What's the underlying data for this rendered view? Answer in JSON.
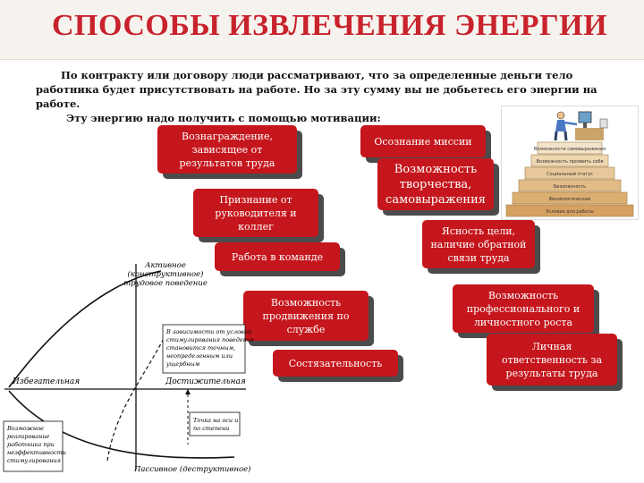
{
  "header": {
    "title": "СПОСОБЫ ИЗВЛЕЧЕНИЯ ЭНЕРГИИ"
  },
  "intro": {
    "p1": "По контракту или договору люди рассматривают, что за определенные деньги тело работника будет присутствовать на работе. Но за эту сумму вы не добьетесь его энергии на работе.",
    "p2": "Эту энергию надо получить с помощью мотивации:"
  },
  "motivators": {
    "reward": "Вознаграждение, зависящее от результатов труда",
    "recognition": "Признание от руководителя и коллег",
    "teamwork": "Работа в команде",
    "promotion": "Возможность продвижения по службе",
    "competition": "Состязательность",
    "mission": "Осознание миссии",
    "creativity": "Возможность творчества, самовыражения",
    "clarity": "Ясность цели, наличие обратной связи труда",
    "growth": "Возможность профессионального и личностного роста",
    "responsibility": "Личная ответственность за результаты труда"
  },
  "behavior_chart": {
    "active_label": "Активное (конструктивное) трудовое поведение",
    "avoidant_label": "Избегательная",
    "achieving_label": "Достижительная",
    "passive_label": "Пассивное (деструктивное)",
    "note_dependence": "В зависимости от условий стимулирования поведение становится точным, неопределенным или ущербным",
    "note_point": "Точка на оси и по степени",
    "note_possible": "Возможное реагирование работника при неэффективности стимулирования"
  },
  "stairs_image": {
    "steps": [
      "Возможности самовыражения",
      "Возможность проявить себя",
      "Социальный статус",
      "Безопасность",
      "Физиологические",
      "Условия для работы"
    ]
  },
  "colors": {
    "title": "#c8232c",
    "box": "#c4161c",
    "shadow": "#4b4b4b"
  }
}
